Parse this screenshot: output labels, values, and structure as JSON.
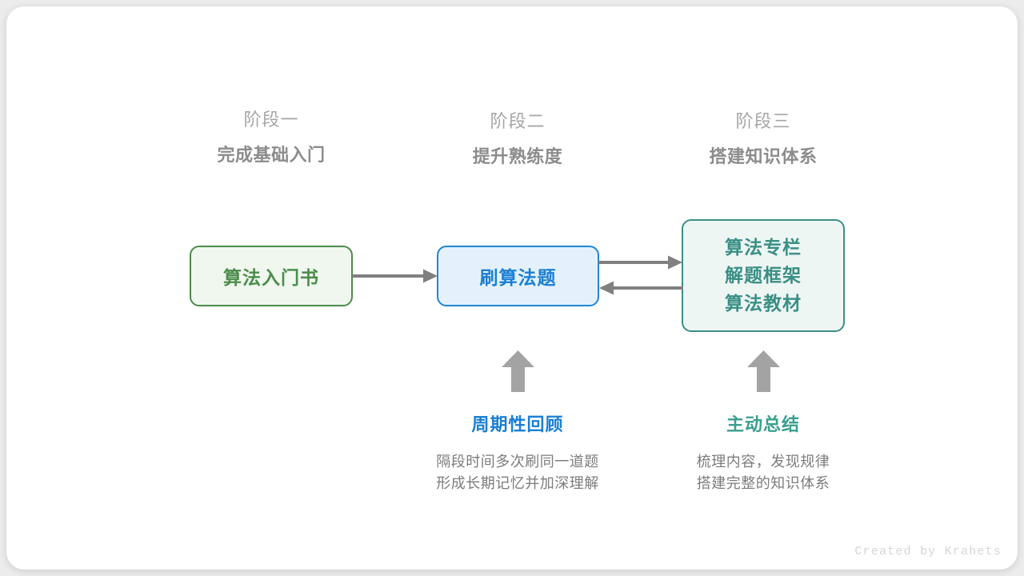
{
  "credit": "Created by Krahets",
  "stages": [
    {
      "num": "阶段一",
      "title": "完成基础入门"
    },
    {
      "num": "阶段二",
      "title": "提升熟练度"
    },
    {
      "num": "阶段三",
      "title": "搭建知识体系"
    }
  ],
  "boxes": {
    "book": {
      "label": "算法入门书",
      "color": "#4c8c4a",
      "fill": "#f0f7ef"
    },
    "practice": {
      "label": "刷算法题",
      "color": "#1a7fd4",
      "fill": "#e4f1fc"
    },
    "resources": {
      "lines": [
        "算法专栏",
        "解题框架",
        "算法教材"
      ],
      "color": "#3a8f84",
      "fill": "#eef6f4"
    }
  },
  "annotations": [
    {
      "title": "周期性回顾",
      "color": "#1a7fd4",
      "desc_line_1": "隔段时间多次刷同一道题",
      "desc_line_2": "形成长期记忆并加深理解"
    },
    {
      "title": "主动总结",
      "color": "#3a9e8f",
      "desc_line_1": "梳理内容，发现规律",
      "desc_line_2": "搭建完整的知识体系"
    }
  ],
  "arrow_color": "#808080"
}
